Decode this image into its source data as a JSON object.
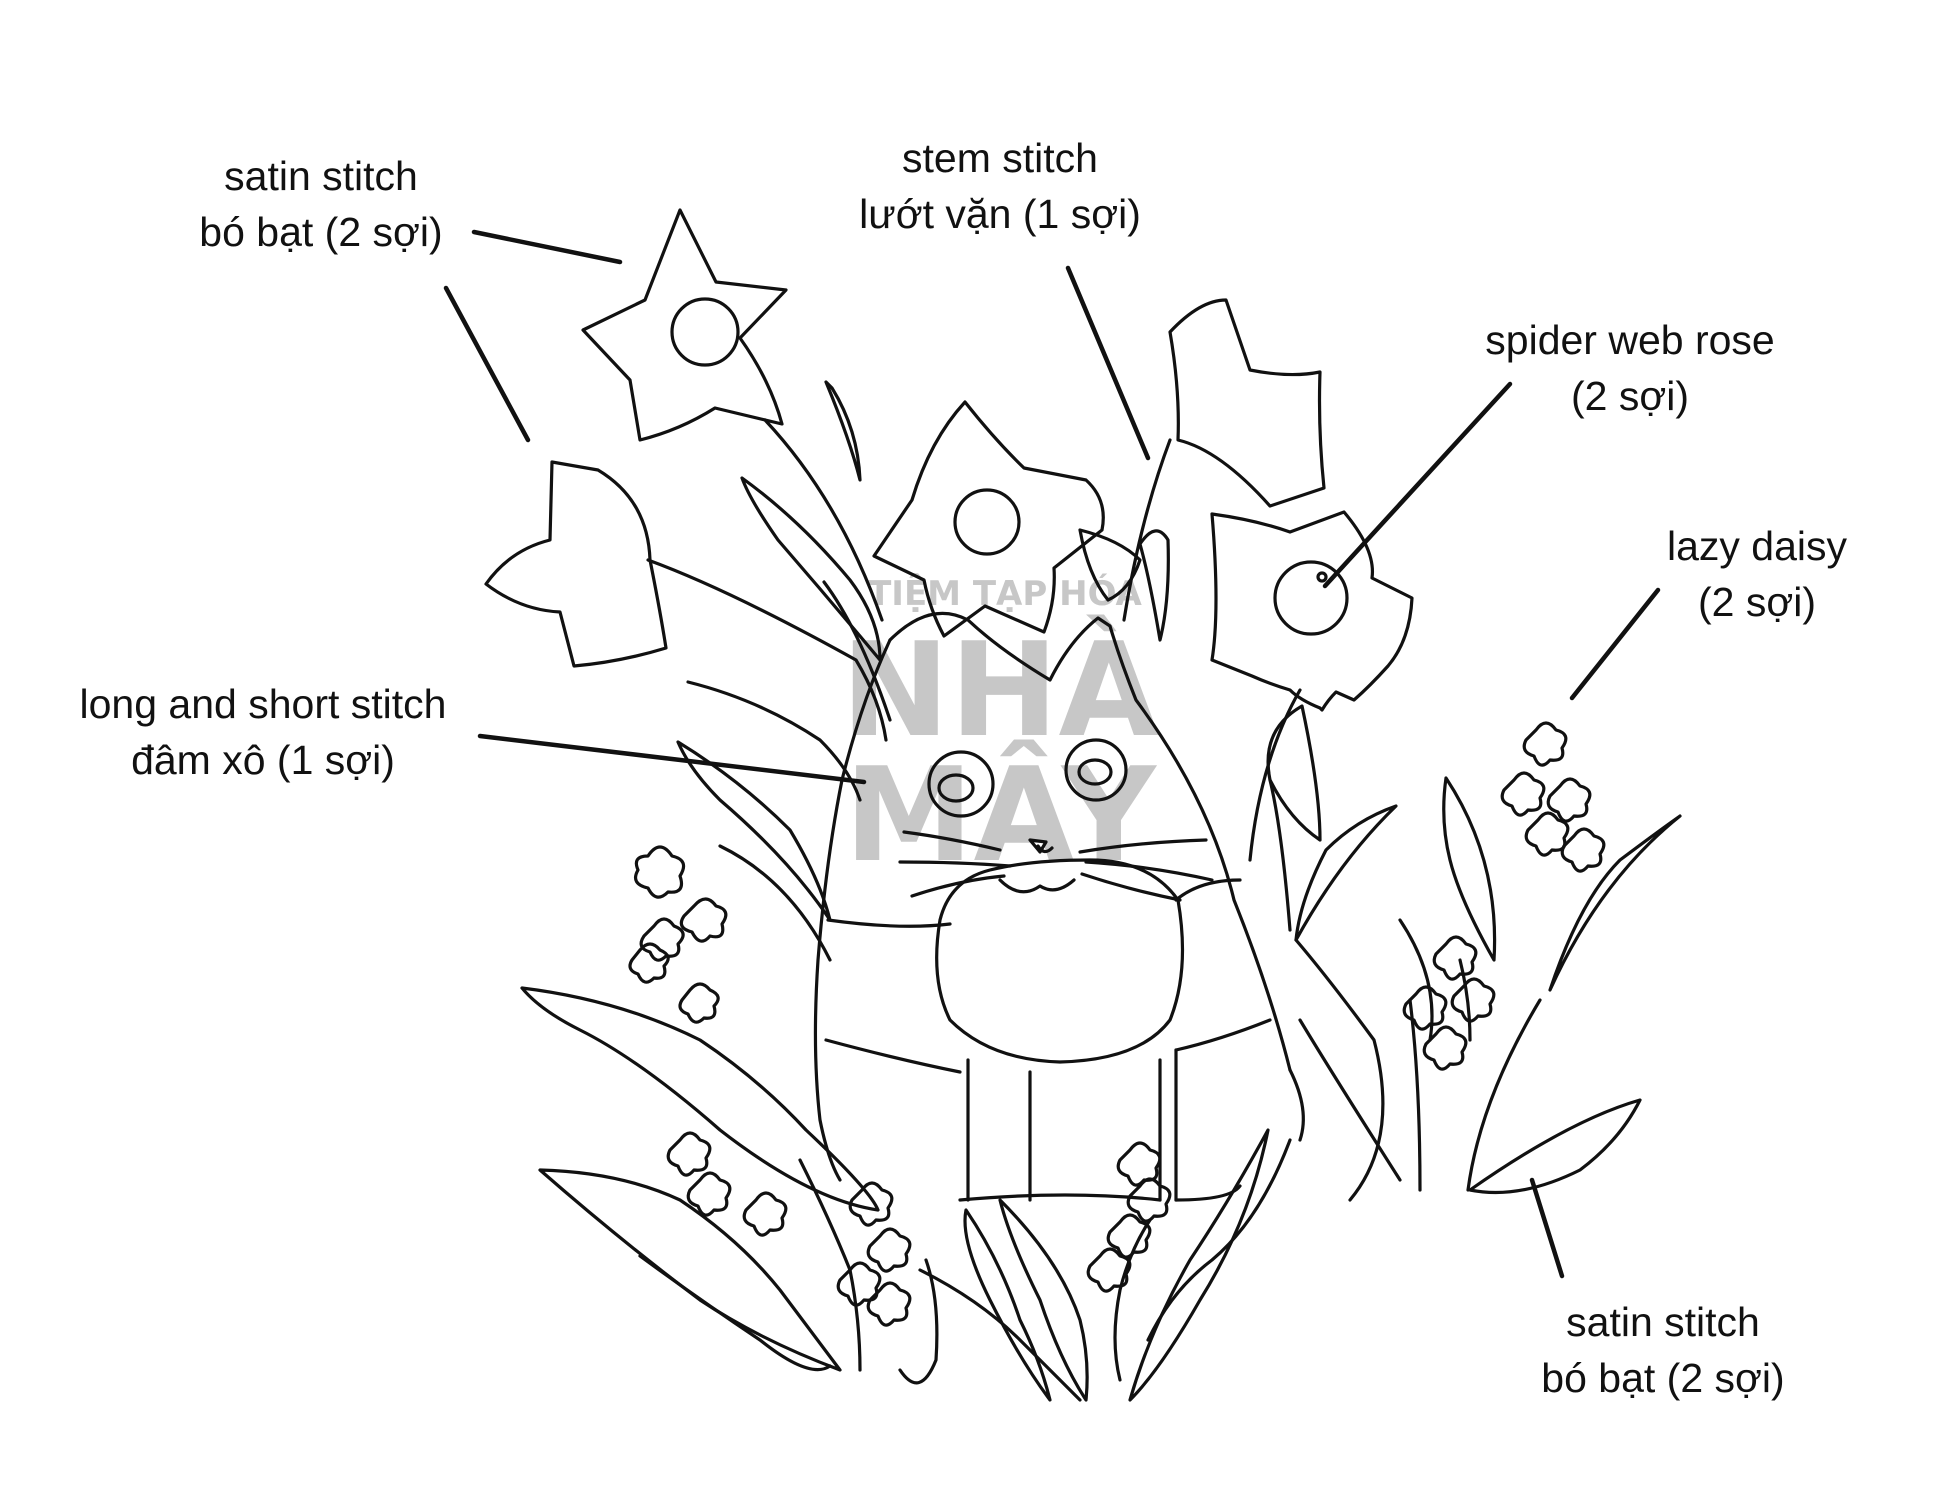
{
  "labels": {
    "satin_top": {
      "line1": "satin stitch",
      "line2": "bó bạt (2 sợi)"
    },
    "stem": {
      "line1": "stem stitch",
      "line2": "lướt vặn (1 sợi)"
    },
    "spider": {
      "line1": "spider web rose",
      "line2": "(2 sợi)"
    },
    "lazy": {
      "line1": "lazy daisy",
      "line2": "(2 sợi)"
    },
    "long_short": {
      "line1": "long and short stitch",
      "line2": "đâm xô (1 sợi)"
    },
    "satin_bottom": {
      "line1": "satin stitch",
      "line2": "bó bạt (2 sợi)"
    }
  },
  "watermark": {
    "line1": "TIỆM TẠP HÓA",
    "line2": "NHÀ",
    "line3": "MÂY"
  },
  "colors": {
    "ink": "#111111",
    "background": "#ffffff",
    "watermark": "#9a9a9a"
  }
}
